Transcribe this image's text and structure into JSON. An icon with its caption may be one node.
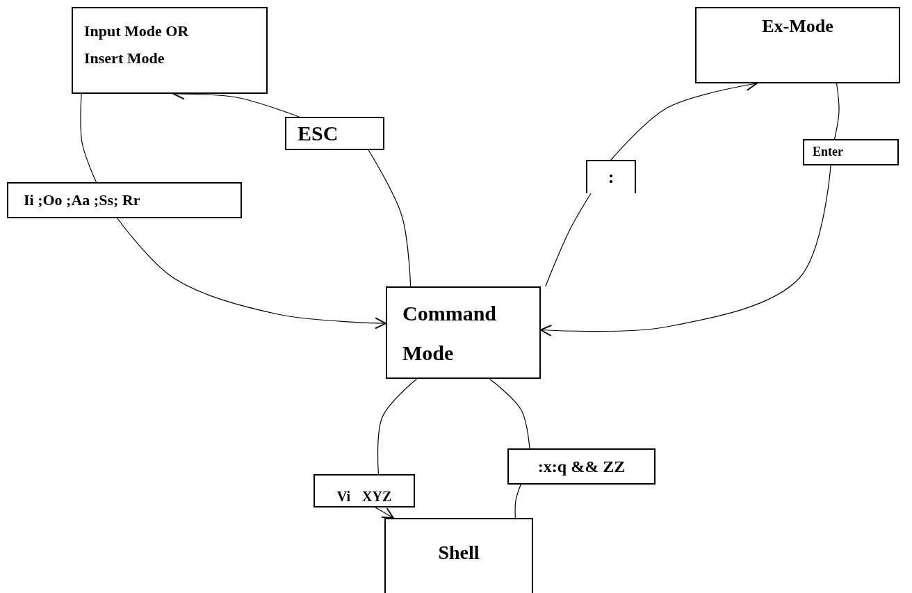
{
  "diagram": {
    "nodes": [
      {
        "text": [
          "Input Mode OR Insert Mode"
        ]
      },
      {
        "text": [
          "Ex-Mode"
        ]
      },
      {
        "text": [
          "ESC"
        ]
      },
      {
        "text": [
          ":"
        ]
      },
      {
        "text": [
          "Enter"
        ]
      },
      {
        "text": [
          "Ii ;Oo ;Aa ;Ss; Rr"
        ]
      },
      {
        "text": [
          "Command Mode"
        ]
      },
      {
        "text": [
          "Vi XYZ"
        ]
      },
      {
        "text": [
          ":x:q && ZZ"
        ]
      },
      {
        "text": [
          "Shell"
        ]
      }
    ],
    "edges": [
      {
        "from": 0,
        "to": 5,
        "arrow": "none"
      },
      {
        "from": 5,
        "to": 6,
        "arrow": "to"
      },
      {
        "from": 6,
        "to": 2,
        "arrow": "none"
      },
      {
        "from": 2,
        "to": 0,
        "arrow": "to"
      },
      {
        "from": 6,
        "to": 3,
        "arrow": "none"
      },
      {
        "from": 3,
        "to": 1,
        "arrow": "to"
      },
      {
        "from": 1,
        "to": 4,
        "arrow": "none"
      },
      {
        "from": 4,
        "to": 6,
        "arrow": "to"
      },
      {
        "from": 6,
        "to": 7,
        "arrow": "none"
      },
      {
        "from": 7,
        "to": 9,
        "arrow": "to"
      },
      {
        "from": 6,
        "to": 8,
        "arrow": "none"
      },
      {
        "from": 8,
        "to": 9,
        "arrow": "none"
      }
    ]
  }
}
